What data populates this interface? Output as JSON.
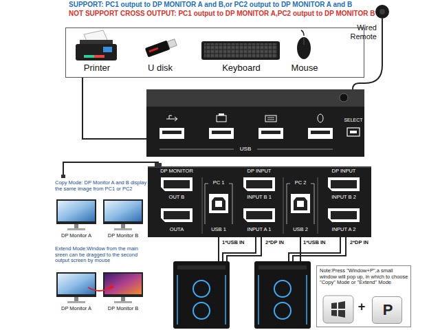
{
  "diagram": {
    "nodes": [
      {
        "text": [
          "Printer",
          "U disk",
          "Keyboard",
          "Mouse"
        ]
      },
      {
        "text": [
          "USB",
          "SELECT"
        ]
      },
      {
        "text": [
          "DP MONITOR",
          "OUT B",
          "OUTA",
          "PC 1",
          "DP INPUT",
          "INPUT B 1",
          "USB 1",
          "INPUT A 1",
          "PC 2",
          "DP INPUT",
          "INPUT B 2",
          "USB 2",
          "INPUT A 2"
        ]
      },
      {
        "text": [
          "Note:Press \"Window+P\",a small window will pop up, in which to choose \"Copy\" Mode or \"Extend\" Mode"
        ]
      },
      {
        "text": [
          "P"
        ],
        "in": 3
      }
    ],
    "edges": [
      {
        "from": 0,
        "to": 1,
        "arrow": "none"
      }
    ],
    "labels": [
      "SUPPORT: PC1 output to DP MONITOR A and B,or PC2 output to DP MONITOR A and B",
      "NOT SUPPORT CROSS OUTPUT: PC1 output to DP MONITOR A,PC2 output to DP MONITOR B",
      "Wired Remote",
      "1*USB IN",
      "2*DP IN",
      "1*USB IN",
      "2*DP IN",
      "Copy Mode: DP Monitor A and B display the same image from PC1 or PC2",
      "DP Monitor A",
      "DP Monitor B",
      "Extend Mode:Window from the main sreen can be dragged to the second output screen by mouse",
      "DP Monitor A",
      "DP Monitor B",
      "+"
    ]
  }
}
